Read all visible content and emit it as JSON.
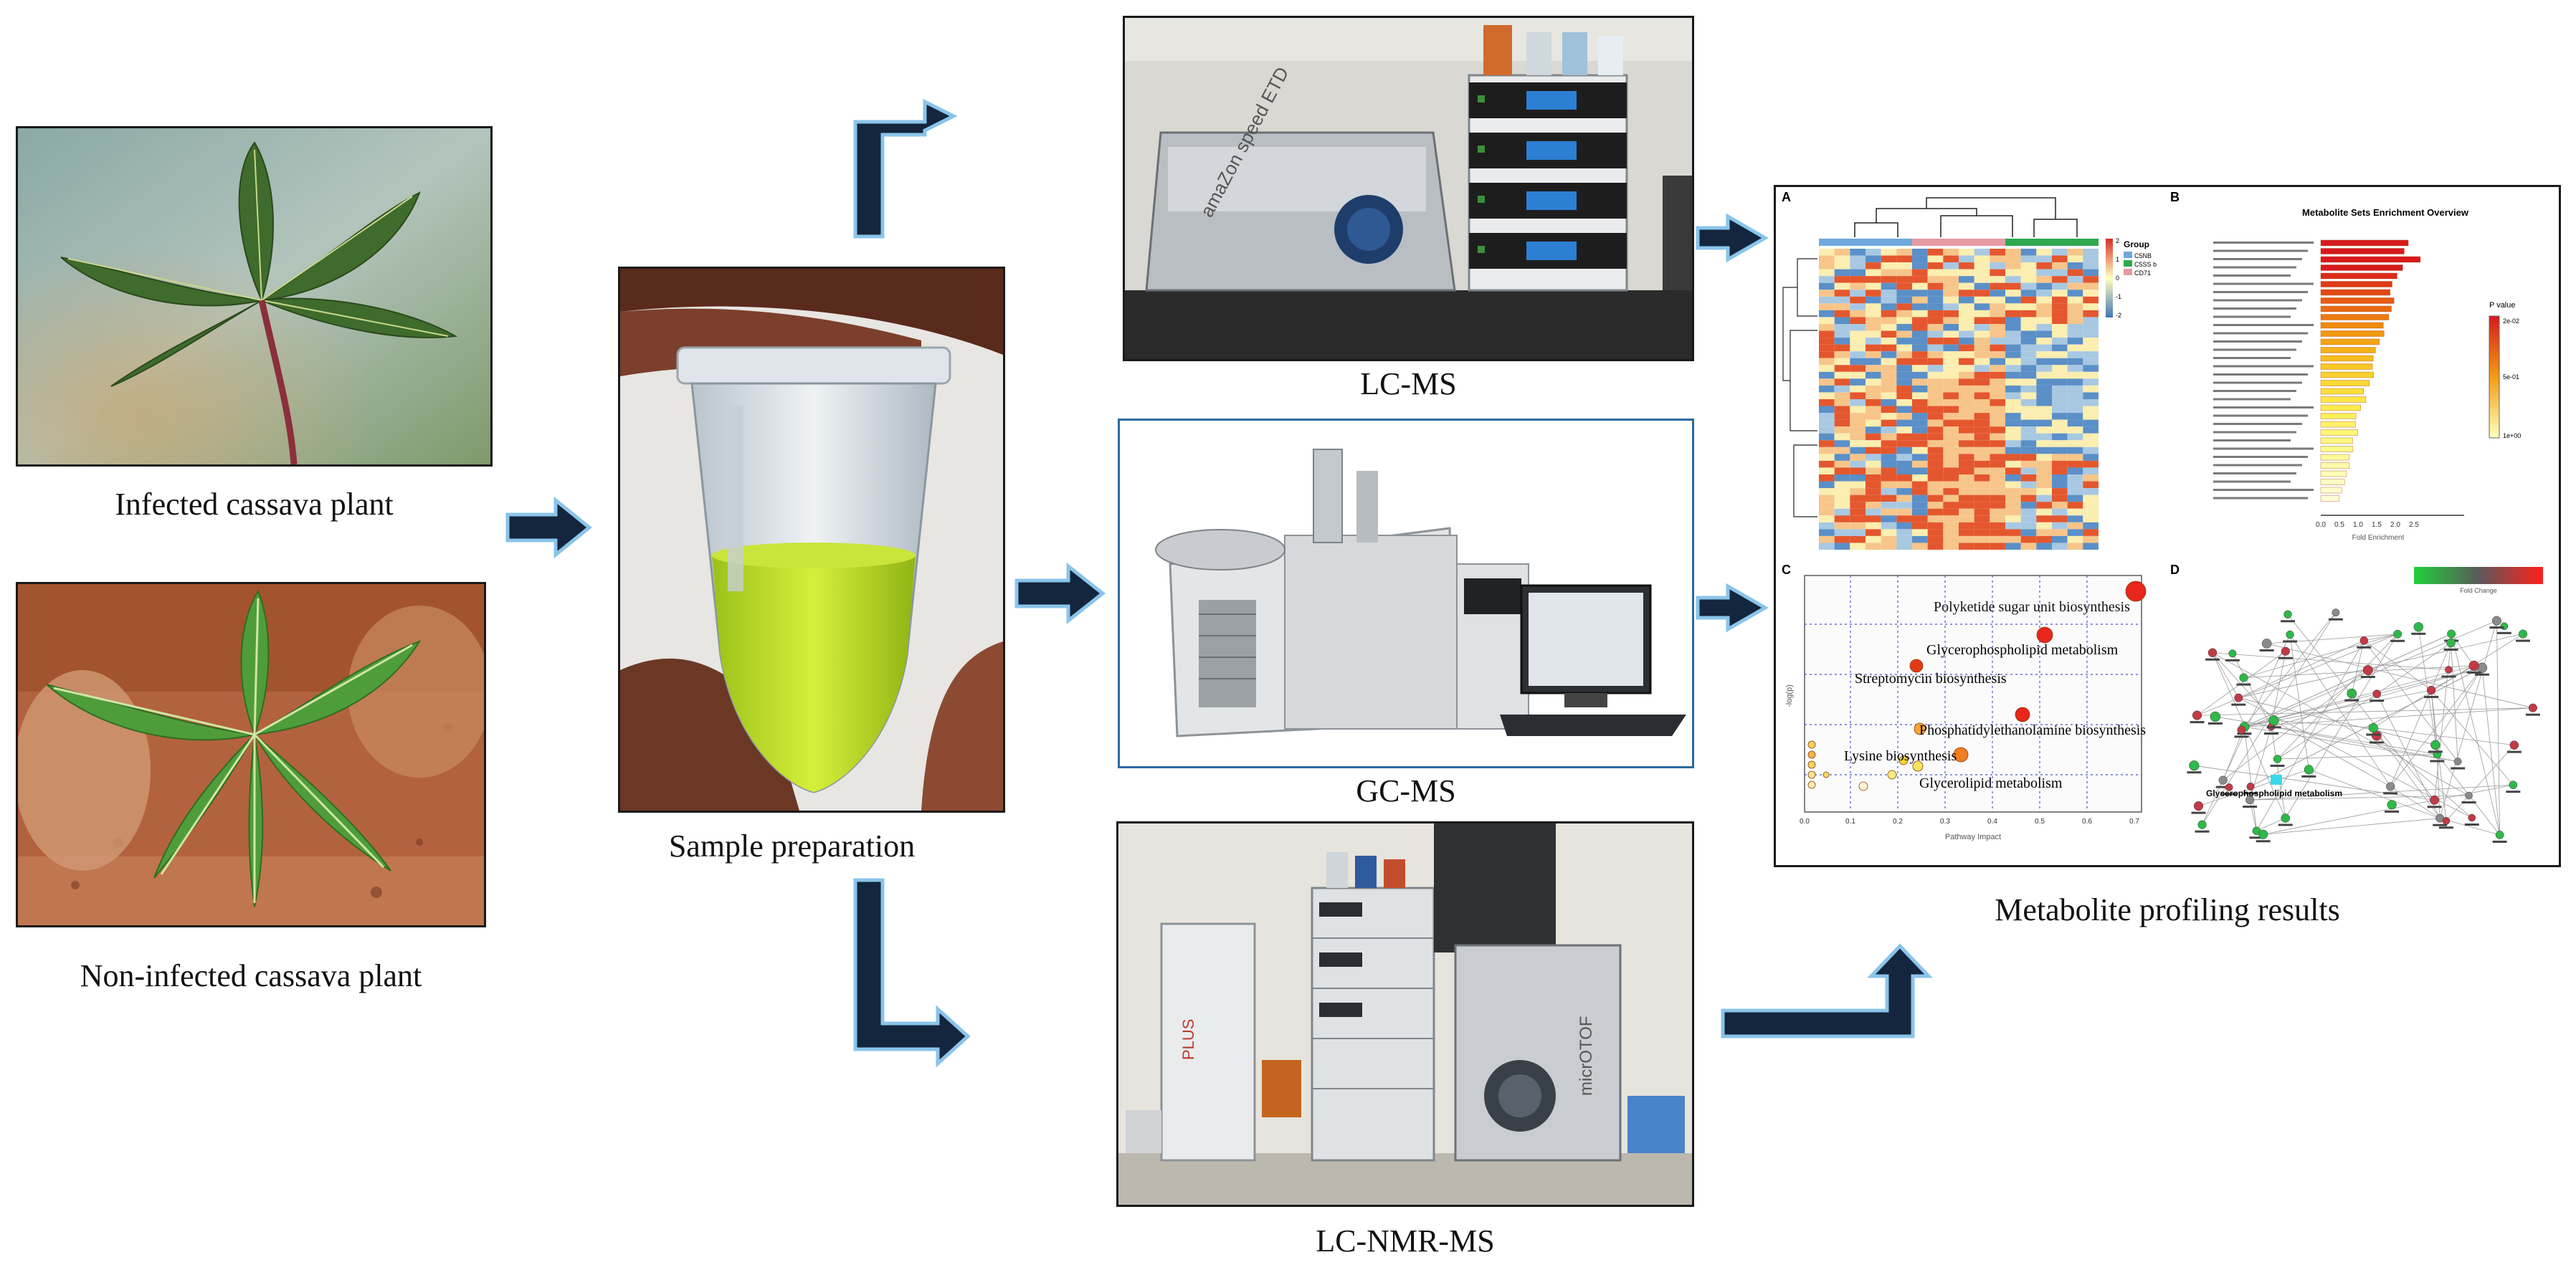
{
  "captions": {
    "infected": "Infected cassava plant",
    "non_infected": "Non-infected cassava plant",
    "sample_prep": "Sample preparation",
    "lcms": "LC-MS",
    "gcms": "GC-MS",
    "lcnmrms": "LC-NMR-MS",
    "results": "Metabolite profiling results"
  },
  "results": {
    "panel_a_label": "A",
    "panel_b_label": "B",
    "panel_c_label": "C",
    "panel_d_label": "D",
    "heatmap_legend_title": "Group",
    "heatmap_groups": [
      "C5NB",
      "C5SS b",
      "CD71"
    ],
    "heatmap_scale": [
      "2",
      "1",
      "0",
      "-1",
      "-2"
    ],
    "enrichment_title": "Metabolite Sets Enrichment Overview",
    "enrichment_pvalue_title": "P value",
    "enrichment_pvalue_ticks": [
      "2e-02",
      "5e-01",
      "1e+00"
    ],
    "enrichment_xlabel": "Fold Enrichment",
    "enrichment_xticks": [
      "0.0",
      "0.5",
      "1.0",
      "1.5",
      "2.0",
      "2.5"
    ],
    "pathway_labels": [
      "Polyketide sugar unit biosynthesis",
      "Glycerophospholipid metabolism",
      "Streptomycin biosynthesis",
      "Phosphatidylethanolamine biosynthesis",
      "Lysine biosynthesis",
      "Glycerolipid metabolism"
    ],
    "pathway_xlabel": "Pathway Impact",
    "pathway_ylabel": "-log(p)",
    "pathway_xticks": [
      "0.0",
      "0.1",
      "0.2",
      "0.3",
      "0.4",
      "0.5",
      "0.6",
      "0.7"
    ],
    "network_legend_label": "Fold Change",
    "network_highlight": "Glycerophospholipid metabolism"
  }
}
